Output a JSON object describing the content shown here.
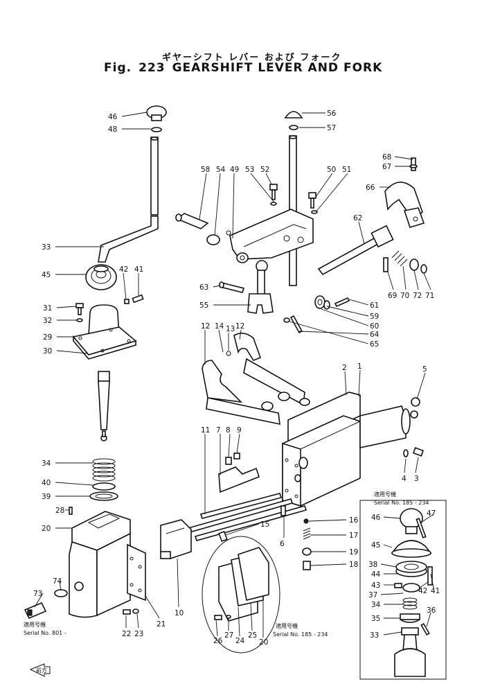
{
  "title": {
    "japanese": "ギヤーシフト レバー および フォーク",
    "fig_label": "Fig.",
    "fig_number": "223",
    "english": "GEARSHIFT LEVER AND FORK"
  },
  "notes": {
    "left_jp": "適用号機",
    "left_serial": "Serial No. 801 -",
    "middle_jp": "適用号機",
    "middle_serial": "Serial No. 185 - 234",
    "inset_jp": "適用号機",
    "inset_serial": "Serial No. 185 - 234"
  },
  "callouts": {
    "c46a": "46",
    "c48": "48",
    "c56": "56",
    "c57": "57",
    "c68": "68",
    "c67": "67",
    "c58": "58",
    "c54": "54",
    "c49": "49",
    "c53": "53",
    "c52": "52",
    "c50": "50",
    "c51": "51",
    "c66": "66",
    "c62": "62",
    "c33": "33",
    "c45a": "45",
    "c42a": "42",
    "c41a": "41",
    "c63": "63",
    "c55": "55",
    "c61": "61",
    "c59": "59",
    "c60": "60",
    "c64": "64",
    "c65": "65",
    "c69": "69",
    "c70": "70",
    "c72": "72",
    "c71": "71",
    "c31": "31",
    "c32": "32",
    "c29": "29",
    "c30": "30",
    "c12a": "12",
    "c14": "14",
    "c13": "13",
    "c12b": "12",
    "c2": "2",
    "c1": "1",
    "c5": "5",
    "c4": "4",
    "c3": "3",
    "c11": "11",
    "c7": "7",
    "c8": "8",
    "c9": "9",
    "c34a": "34",
    "c40": "40",
    "c39": "39",
    "c28": "28",
    "c20a": "20",
    "c15": "15",
    "c16": "16",
    "c17": "17",
    "c19": "19",
    "c18": "18",
    "c6": "6",
    "c74": "74",
    "c73": "73",
    "c10": "10",
    "c21": "21",
    "c22": "22",
    "c23": "23",
    "c26": "26",
    "c27": "27",
    "c24": "24",
    "c25": "25",
    "c20b": "20",
    "c46b": "46",
    "c47": "47",
    "c45b": "45",
    "c38": "38",
    "c44": "44",
    "c43": "43",
    "c37": "37",
    "c42b": "42",
    "c41b": "41",
    "c34b": "34",
    "c35": "35",
    "c36": "36",
    "c33b": "33"
  },
  "corner_stamp": "前方"
}
